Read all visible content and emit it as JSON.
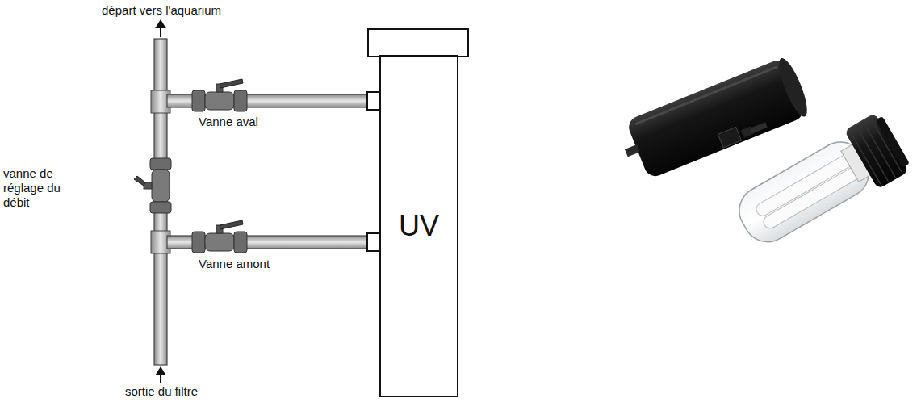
{
  "diagram": {
    "nodes": [
      {
        "text": [
          "UV"
        ]
      }
    ],
    "labels": [
      "départ vers l'aquarium",
      "Vanne aval",
      "vanne de réglage du débit",
      "Vanne amont",
      "sortie du filtre"
    ]
  }
}
